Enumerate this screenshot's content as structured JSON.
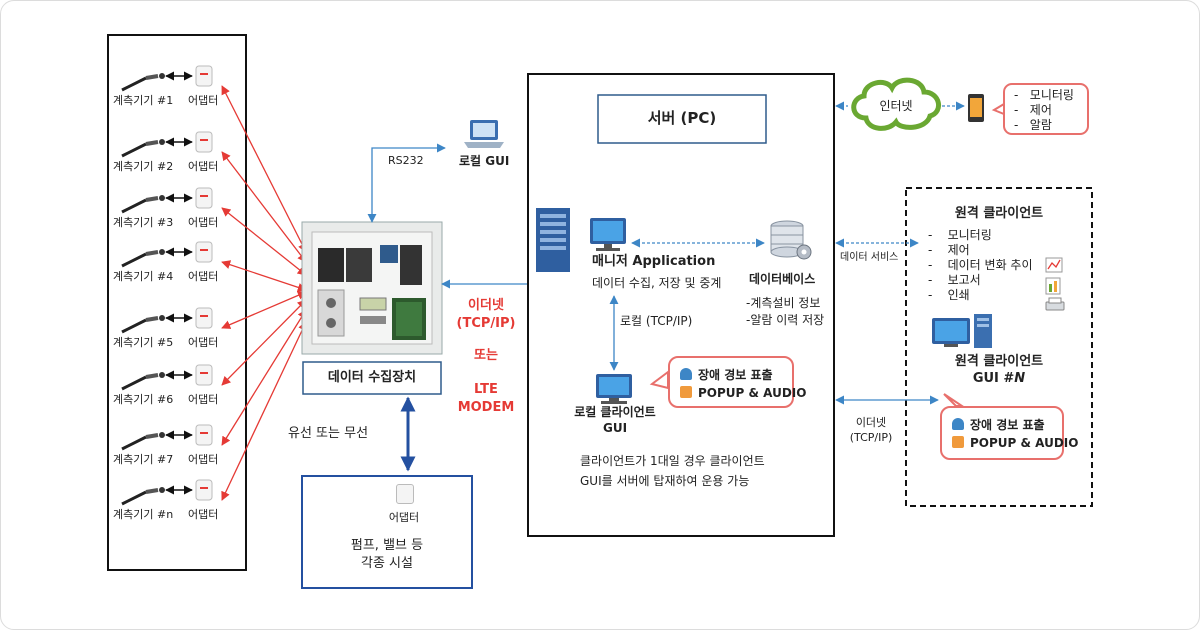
{
  "devices": [
    {
      "name": "계측기기 #1",
      "adapter": "어댑터"
    },
    {
      "name": "계측기기 #2",
      "adapter": "어댑터"
    },
    {
      "name": "계측기기 #3",
      "adapter": "어댑터"
    },
    {
      "name": "계측기기 #4",
      "adapter": "어댑터"
    },
    {
      "name": "계측기기 #5",
      "adapter": "어댑터"
    },
    {
      "name": "계측기기 #6",
      "adapter": "어댑터"
    },
    {
      "name": "계측기기 #7",
      "adapter": "어댑터"
    },
    {
      "name": "계측기기 #n",
      "adapter": "어댑터"
    }
  ],
  "collector": {
    "label": "데이터 수집장치"
  },
  "rs232": {
    "label": "RS232"
  },
  "local_gui": {
    "label": "로컬 GUI"
  },
  "network": {
    "line1": "이더넷",
    "line2": "(TCP/IP)",
    "or": "또는",
    "lte1": "LTE",
    "lte2": "MODEM"
  },
  "wired": {
    "label": "유선 또는 무선"
  },
  "facility": {
    "adapter": "어댑터",
    "line1": "펌프, 밸브 등",
    "line2": "각종 시설"
  },
  "server": {
    "title": "서버 (PC)",
    "manager_title": "매니저 Application",
    "manager_sub": "데이터 수집, 저장 및 중계",
    "db_title": "데이터베이스",
    "db_items": [
      "-계측설비 정보",
      "-알람 이력 저장"
    ],
    "local_link": "로컬 (TCP/IP)",
    "local_client_1": "로컬 클라이언트",
    "local_client_2": "GUI",
    "note_1": "클라이언트가 1대일 경우 클라이언트",
    "note_2": "GUI를 서버에 탑재하여 운용 가능"
  },
  "alarm": {
    "line1": "장애 경보 표출",
    "line2": "POPUP & AUDIO"
  },
  "internet": {
    "label": "인터넷"
  },
  "mobile": {
    "items": [
      "모니터링",
      "제어",
      "알람"
    ]
  },
  "data_service": {
    "label": "데이터 서비스"
  },
  "remote": {
    "title": "원격 클라이언트",
    "items": [
      "모니터링",
      "제어",
      "데이터 변화 추이",
      "보고서",
      "인쇄"
    ],
    "gui_1": "원격 클라이언트",
    "gui_2": "GUI #",
    "gui_n": "N",
    "ethernet_1": "이더넷",
    "ethernet_2": "(TCP/IP)"
  },
  "colors": {
    "red_arrow": "#e53a35",
    "blue_arrow": "#3d86c6",
    "dark_blue": "#2450a0",
    "callout_border": "#e8706c"
  }
}
